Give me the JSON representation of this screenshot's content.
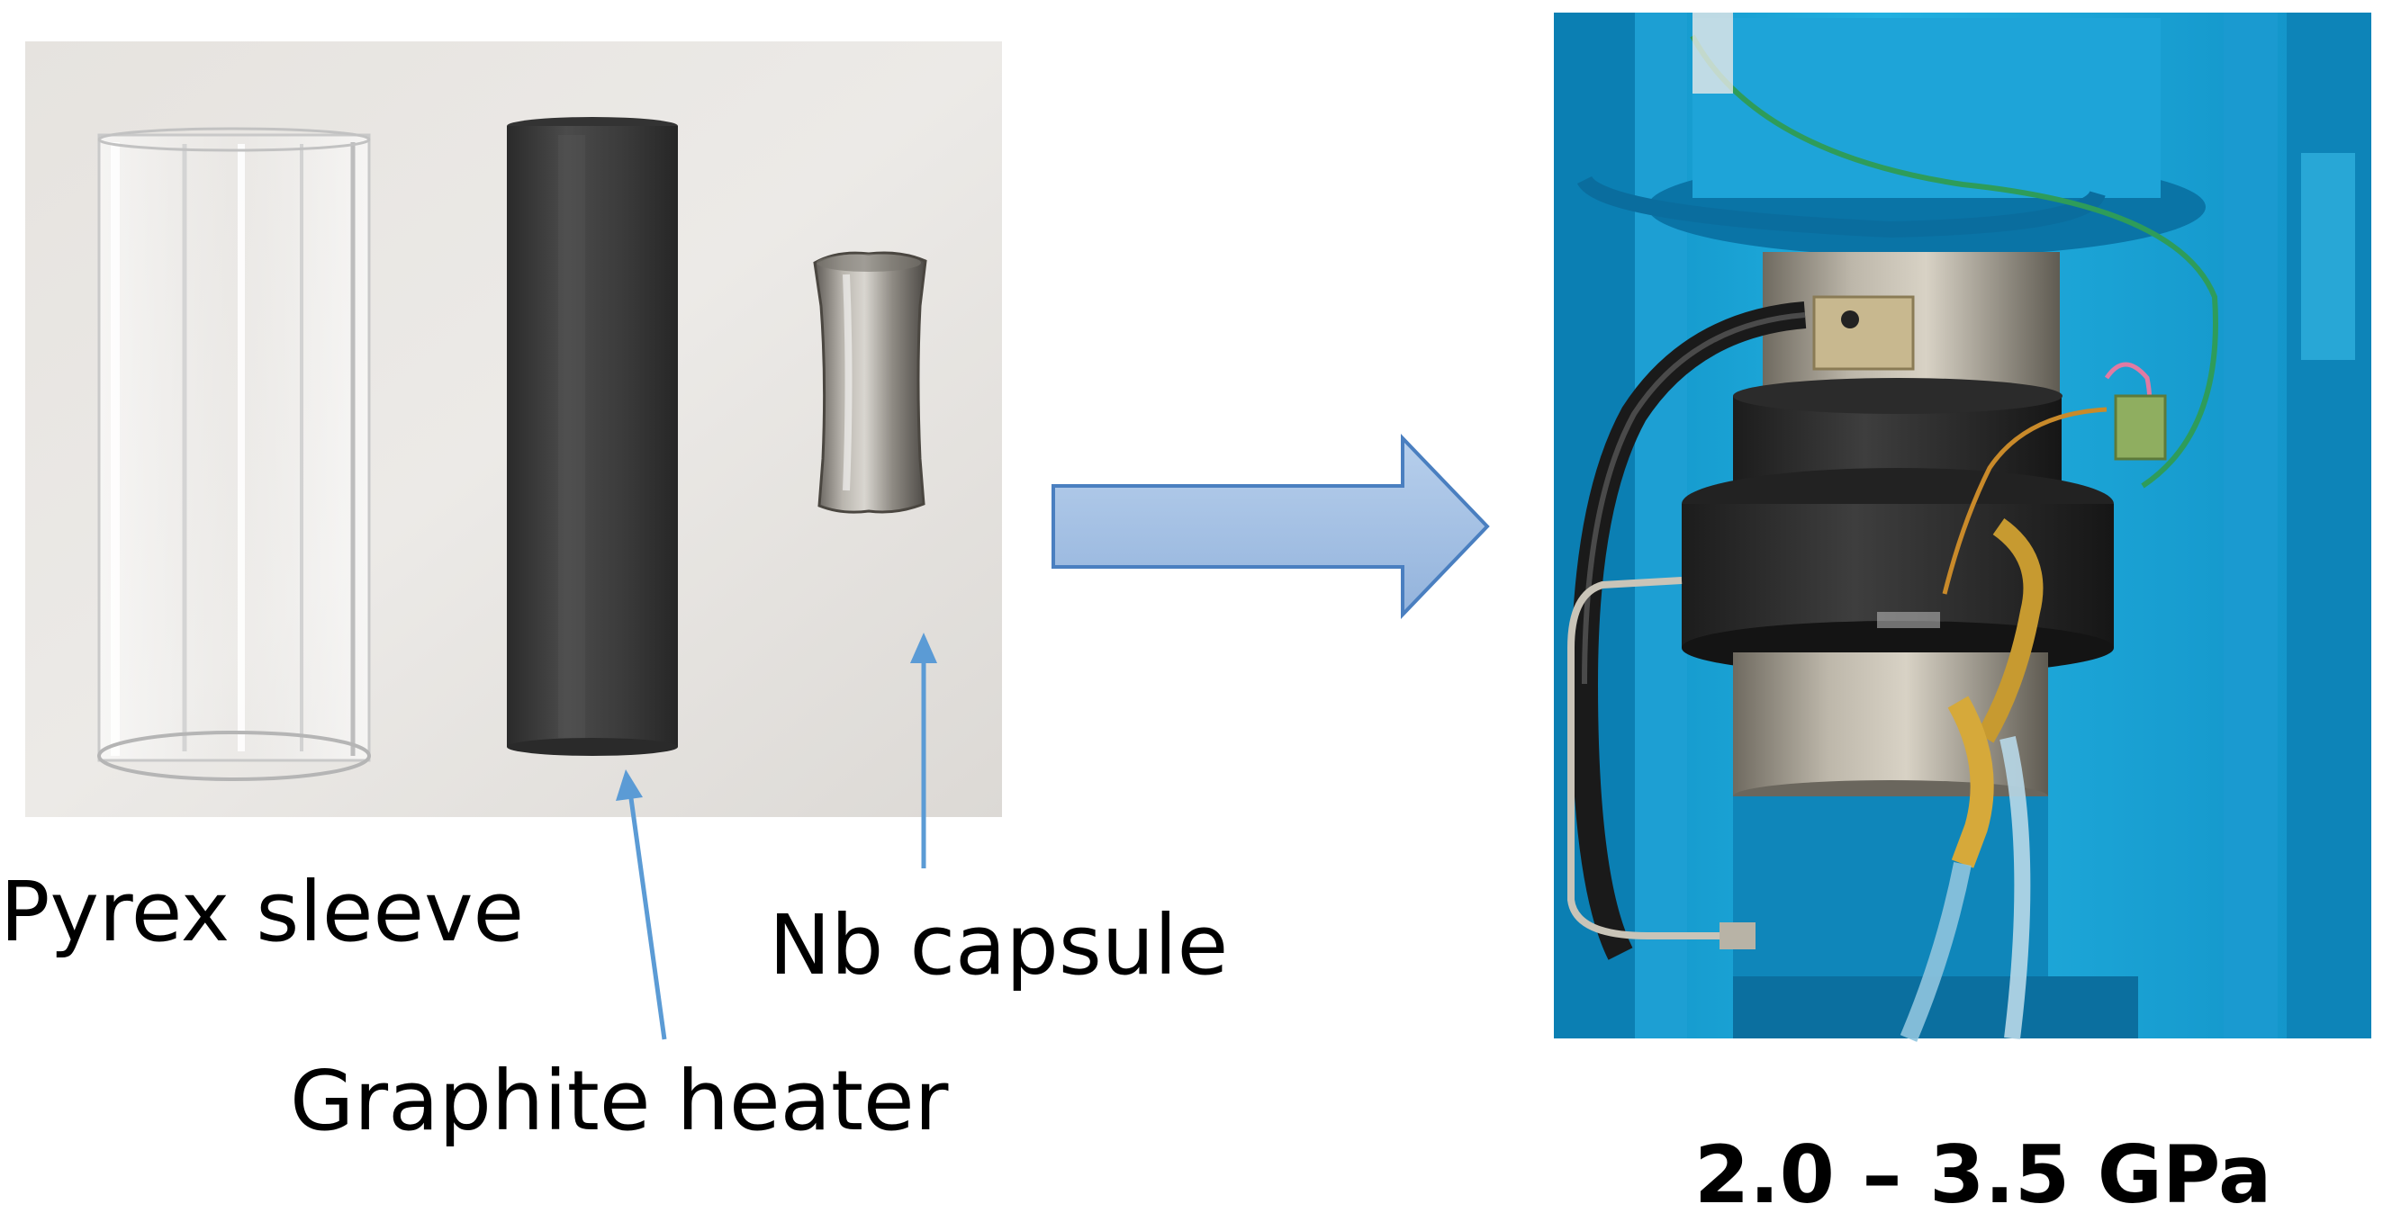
{
  "labels": {
    "pyrex": "Pyrex sleeve",
    "graphite": "Graphite heater",
    "nb": "Nb capsule",
    "pressure": "2.0 – 3.5 GPa"
  },
  "colors": {
    "arrow_fill": "#a8c4e6",
    "arrow_stroke": "#4a7fc0",
    "pointer": "#5b9bd5",
    "press_blue": "#1aa6d6",
    "graphite": "#3a3a3a",
    "niobium": "#8f8b84"
  }
}
